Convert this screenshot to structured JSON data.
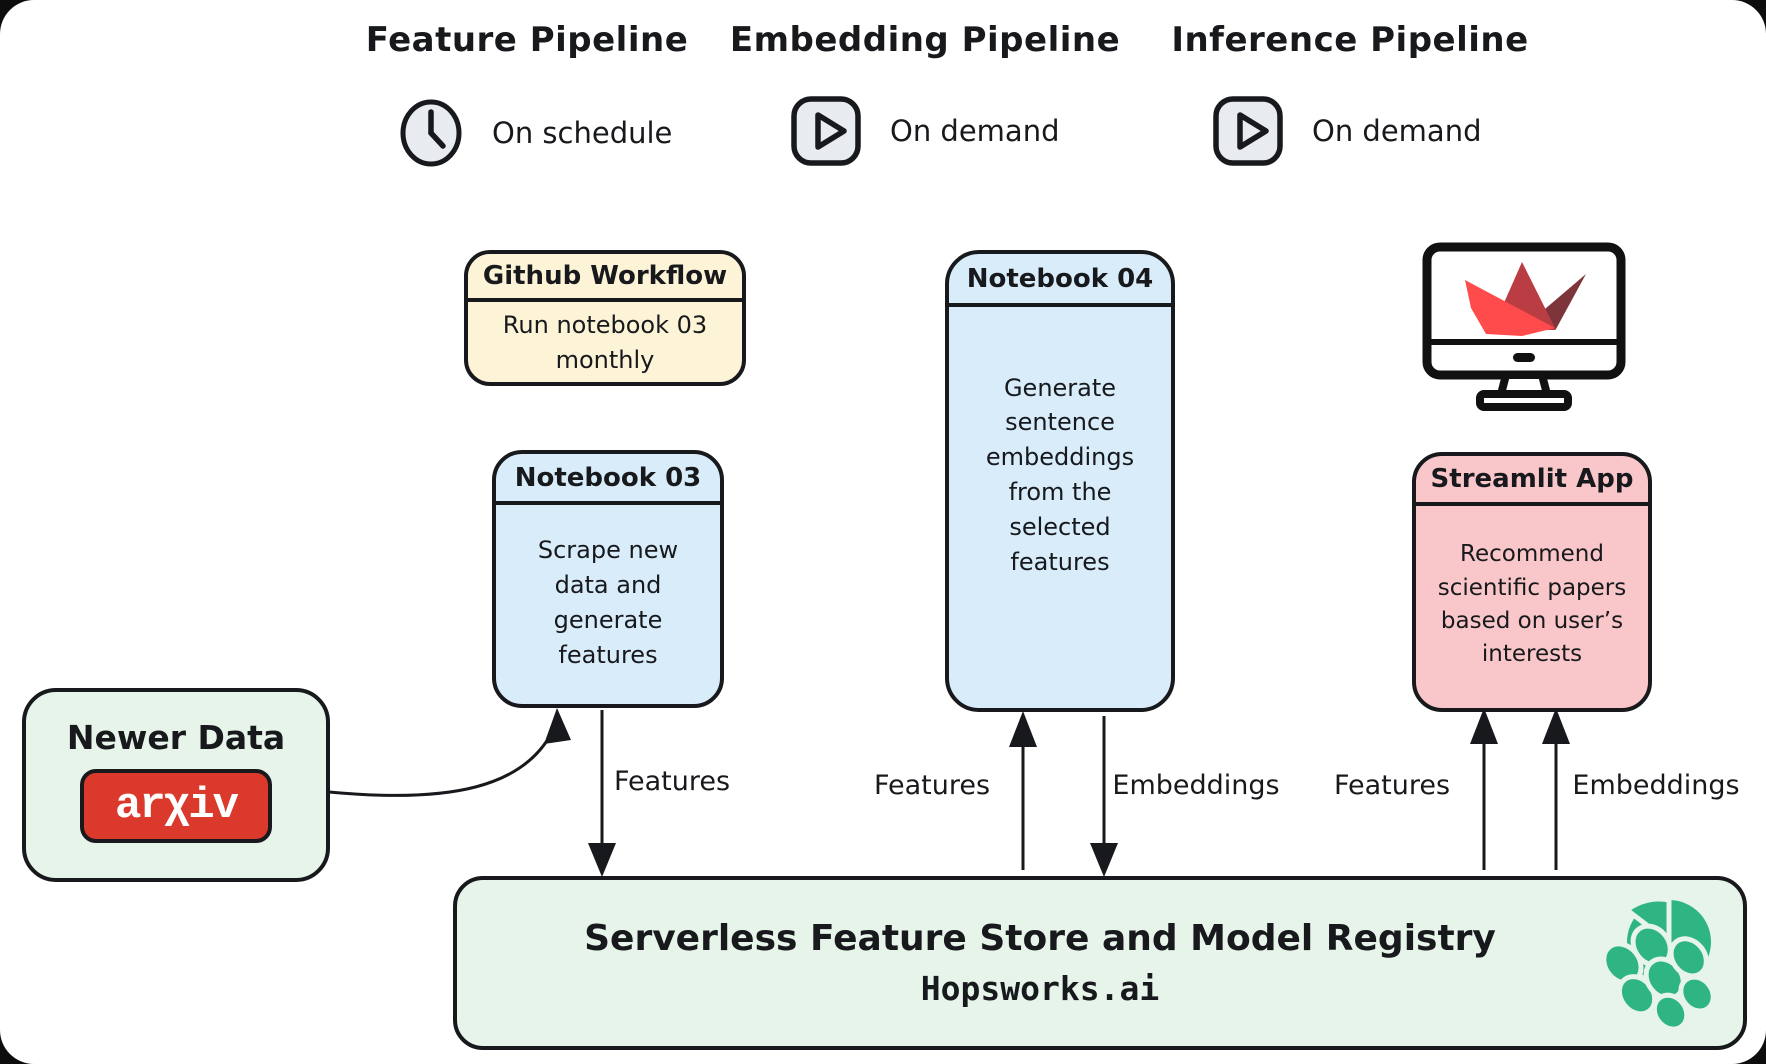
{
  "columns": [
    {
      "title": "Feature Pipeline",
      "icon": "clock-icon",
      "trigger": "On schedule"
    },
    {
      "title": "Embedding Pipeline",
      "icon": "play-icon",
      "trigger": "On demand"
    },
    {
      "title": "Inference Pipeline",
      "icon": "play-icon",
      "trigger": "On demand"
    }
  ],
  "nodes": {
    "github_workflow": {
      "title": "Github Workflow",
      "body": "Run notebook 03 monthly",
      "color": "#fdf3d6"
    },
    "notebook_03": {
      "title": "Notebook 03",
      "body": "Scrape new data and generate features",
      "color": "#d8ecfa"
    },
    "notebook_04": {
      "title": "Notebook 04",
      "body": "Generate sentence embeddings from the selected features",
      "color": "#d8ecfa"
    },
    "streamlit_app": {
      "title": "Streamlit App",
      "body": "Recommend scientific papers based on user’s interests",
      "color": "#f9c7ca"
    },
    "newer_data": {
      "title": "Newer Data",
      "logo": "arxiv-logo",
      "logo_text": "arχiv",
      "color": "#e6f4e9",
      "logo_color": "#da392c"
    },
    "feature_store": {
      "title": "Serverless Feature Store and Model Registry",
      "subtitle": "Hopsworks.ai",
      "logo": "hopsworks-logo",
      "color": "#e6f4e9",
      "logo_color": "#2eb581"
    }
  },
  "edges": [
    {
      "label": "Features",
      "from": "notebook_03",
      "to": "feature_store"
    },
    {
      "label": "Features",
      "from": "feature_store",
      "to": "notebook_04"
    },
    {
      "label": "Embeddings",
      "from": "notebook_04",
      "to": "feature_store"
    },
    {
      "label": "Features",
      "from": "feature_store",
      "to": "streamlit_app"
    },
    {
      "label": "Embeddings",
      "from": "feature_store",
      "to": "streamlit_app"
    },
    {
      "label": "",
      "from": "newer_data",
      "to": "notebook_03"
    }
  ],
  "colors": {
    "ink": "#17191c",
    "icon_fill": "#e8ecf0",
    "streamlit_red": "#ff4b4b",
    "streamlit_mid_red": "#bb3d44",
    "streamlit_dark_red": "#7d353b"
  }
}
